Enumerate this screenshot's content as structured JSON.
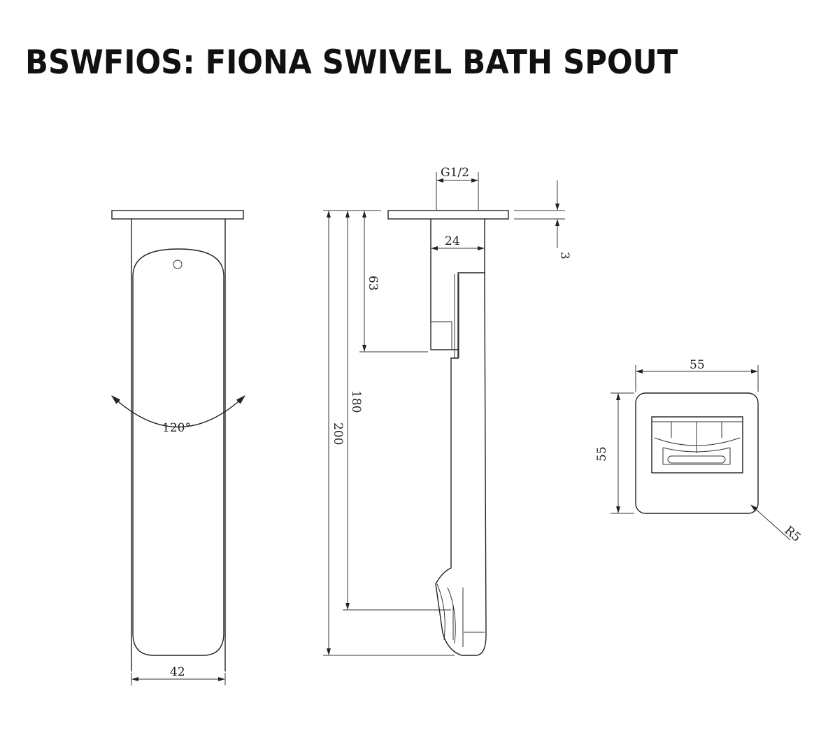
{
  "title": "BSWFIOS: FIONA SWIVEL BATH SPOUT",
  "dimensions": {
    "front_width": "42",
    "swivel_angle": "120°",
    "overall_height": "200",
    "spout_height": "180",
    "mount_depth": "63",
    "thread": "G1/2",
    "mount_width": "24",
    "plate_thickness": "3",
    "plate_width": "55",
    "plate_height": "55",
    "corner_radius": "R5"
  }
}
